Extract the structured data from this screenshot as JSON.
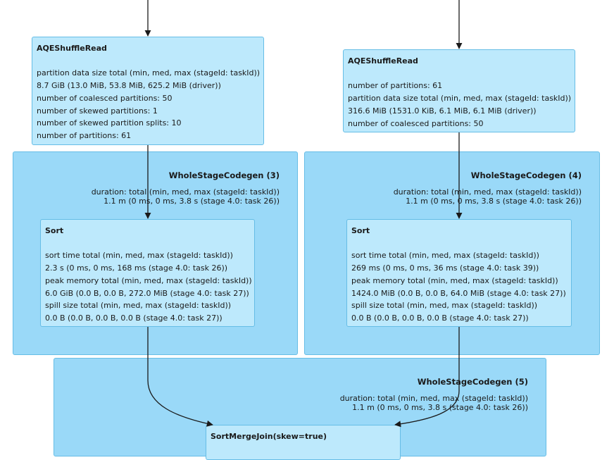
{
  "left_read": {
    "title": "AQEShuffleRead",
    "metrics": [
      "partition data size total (min, med, max (stageId: taskId))",
      "8.7 GiB (13.0 MiB, 53.8 MiB, 625.2 MiB (driver))",
      "number of coalesced partitions: 50",
      "number of skewed partitions: 1",
      "number of skewed partition splits: 10",
      "number of partitions: 61"
    ]
  },
  "right_read": {
    "title": "AQEShuffleRead",
    "metrics": [
      "number of partitions: 61",
      "partition data size total (min, med, max (stageId: taskId))",
      "316.6 MiB (1531.0 KiB, 6.1 MiB, 6.1 MiB (driver))",
      "number of coalesced partitions: 50"
    ]
  },
  "stage3": {
    "title": "WholeStageCodegen (3)",
    "duration_line1": "duration: total (min, med, max (stageId: taskId))",
    "duration_line2": "1.1 m (0 ms, 0 ms, 3.8 s (stage 4.0: task 26))"
  },
  "stage4": {
    "title": "WholeStageCodegen (4)",
    "duration_line1": "duration: total (min, med, max (stageId: taskId))",
    "duration_line2": "1.1 m (0 ms, 0 ms, 3.8 s (stage 4.0: task 26))"
  },
  "stage5": {
    "title": "WholeStageCodegen (5)",
    "duration_line1": "duration: total (min, med, max (stageId: taskId))",
    "duration_line2": "1.1 m (0 ms, 0 ms, 3.8 s (stage 4.0: task 26))"
  },
  "left_sort": {
    "title": "Sort",
    "metrics": [
      "sort time total (min, med, max (stageId: taskId))",
      "2.3 s (0 ms, 0 ms, 168 ms (stage 4.0: task 26))",
      "peak memory total (min, med, max (stageId: taskId))",
      "6.0 GiB (0.0 B, 0.0 B, 272.0 MiB (stage 4.0: task 27))",
      "spill size total (min, med, max (stageId: taskId))",
      "0.0 B (0.0 B, 0.0 B, 0.0 B (stage 4.0: task 27))"
    ]
  },
  "right_sort": {
    "title": "Sort",
    "metrics": [
      "sort time total (min, med, max (stageId: taskId))",
      "269 ms (0 ms, 0 ms, 36 ms (stage 4.0: task 39))",
      "peak memory total (min, med, max (stageId: taskId))",
      "1424.0 MiB (0.0 B, 0.0 B, 64.0 MiB (stage 4.0: task 27))",
      "spill size total (min, med, max (stageId: taskId))",
      "0.0 B (0.0 B, 0.0 B, 0.0 B (stage 4.0: task 27))"
    ]
  },
  "join": {
    "title": "SortMergeJoin(skew=true)"
  },
  "colors": {
    "stage_fill": "#9ad9f8",
    "node_fill": "#bde9fc",
    "border": "#66bde6",
    "edge": "#1a1a1a"
  }
}
